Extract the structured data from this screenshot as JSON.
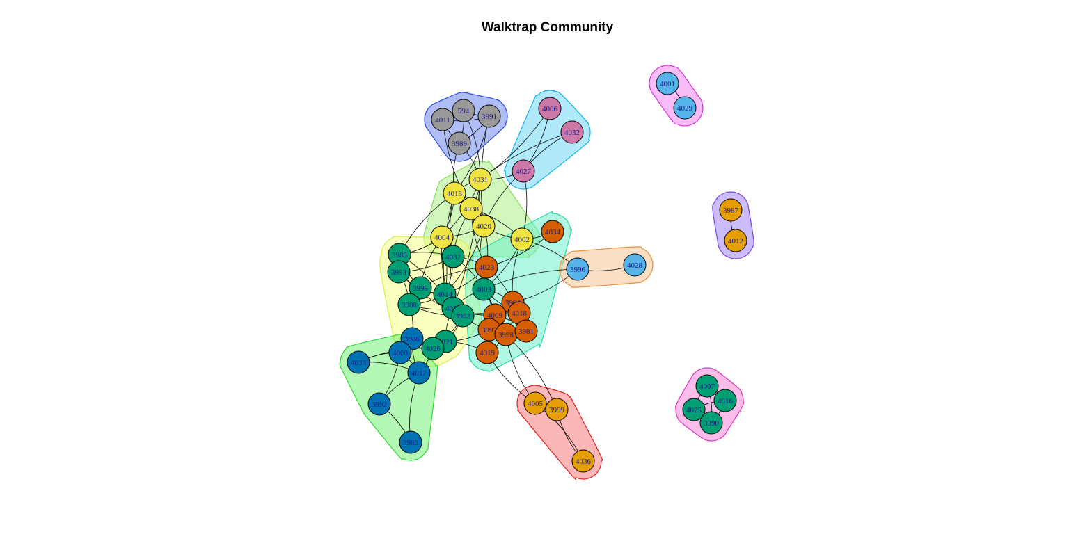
{
  "title": "Walktrap Community",
  "colors": {
    "node_teal": "#009E73",
    "node_blue": "#0072B2",
    "node_orange": "#D55E00",
    "node_yellow": "#F0E442",
    "node_gray": "#999999",
    "node_pink": "#CC79A7",
    "node_skyblue": "#56B4E9",
    "node_amber": "#E69F00",
    "label": "#1a1a8c"
  },
  "communities": [
    {
      "id": "c-gray",
      "fill": "#5f7df0",
      "stroke": "#2b49d6",
      "members": [
        "4011",
        "594",
        "3991",
        "3989"
      ]
    },
    {
      "id": "c-cyan",
      "fill": "#5fd3f5",
      "stroke": "#10b3e6",
      "members": [
        "4006",
        "4032",
        "4027"
      ]
    },
    {
      "id": "c-yellow",
      "fill": "#a6f07a",
      "stroke": "#8ad862",
      "members": [
        "4013",
        "4031",
        "4038",
        "4020",
        "4004",
        "4002"
      ]
    },
    {
      "id": "c-teal-main",
      "fill": "#f3ff7a",
      "stroke": "#d8ec4c",
      "members": [
        "3985",
        "3993",
        "3995",
        "3988",
        "4014",
        "4030",
        "3982",
        "4037",
        "4021",
        "4026",
        "3986"
      ]
    },
    {
      "id": "c-orange-core",
      "fill": "#5ff0c8",
      "stroke": "#25dca7",
      "members": [
        "4034",
        "4023",
        "4003",
        "3994",
        "4018",
        "4009",
        "3997",
        "3998",
        "3981",
        "4019"
      ]
    },
    {
      "id": "c-blue",
      "fill": "#68f26a",
      "stroke": "#2ed830",
      "members": [
        "4033",
        "4000",
        "4017",
        "3992",
        "3983"
      ]
    },
    {
      "id": "c-peach",
      "fill": "#f7c08a",
      "stroke": "#e88f3a",
      "members": [
        "3996",
        "4028"
      ]
    },
    {
      "id": "c-red",
      "fill": "#f77070",
      "stroke": "#e21b1b",
      "members": [
        "4005",
        "3999",
        "4036"
      ]
    },
    {
      "id": "c-magenta",
      "fill": "#f27cf0",
      "stroke": "#d92fd6",
      "members": [
        "4001",
        "4029"
      ]
    },
    {
      "id": "c-violet",
      "fill": "#9c7af5",
      "stroke": "#7544e2",
      "members": [
        "3987",
        "4012"
      ]
    },
    {
      "id": "c-pink",
      "fill": "#f57ad2",
      "stroke": "#e030b5",
      "members": [
        "4007",
        "4016",
        "4025",
        "3990"
      ]
    }
  ],
  "nodes": [
    {
      "id": "4011",
      "color": "node_gray"
    },
    {
      "id": "594",
      "color": "node_gray"
    },
    {
      "id": "3991",
      "color": "node_gray"
    },
    {
      "id": "3989",
      "color": "node_gray"
    },
    {
      "id": "4006",
      "color": "node_pink"
    },
    {
      "id": "4032",
      "color": "node_pink"
    },
    {
      "id": "4027",
      "color": "node_pink"
    },
    {
      "id": "4031",
      "color": "node_yellow"
    },
    {
      "id": "4013",
      "color": "node_yellow"
    },
    {
      "id": "4038",
      "color": "node_yellow"
    },
    {
      "id": "4020",
      "color": "node_yellow"
    },
    {
      "id": "4004",
      "color": "node_yellow"
    },
    {
      "id": "4002",
      "color": "node_yellow"
    },
    {
      "id": "4034",
      "color": "node_orange"
    },
    {
      "id": "3985",
      "color": "node_teal"
    },
    {
      "id": "4037",
      "color": "node_teal"
    },
    {
      "id": "4023",
      "color": "node_orange"
    },
    {
      "id": "3993",
      "color": "node_teal"
    },
    {
      "id": "3995",
      "color": "node_teal"
    },
    {
      "id": "4014",
      "color": "node_teal"
    },
    {
      "id": "4003",
      "color": "node_teal"
    },
    {
      "id": "3988",
      "color": "node_teal"
    },
    {
      "id": "4030",
      "color": "node_teal"
    },
    {
      "id": "3982",
      "color": "node_teal"
    },
    {
      "id": "3994",
      "color": "node_orange"
    },
    {
      "id": "4018",
      "color": "node_orange"
    },
    {
      "id": "4009",
      "color": "node_orange"
    },
    {
      "id": "3997",
      "color": "node_orange"
    },
    {
      "id": "3998",
      "color": "node_orange"
    },
    {
      "id": "3981",
      "color": "node_orange"
    },
    {
      "id": "4019",
      "color": "node_orange"
    },
    {
      "id": "3986",
      "color": "node_blue"
    },
    {
      "id": "4021",
      "color": "node_teal"
    },
    {
      "id": "4026",
      "color": "node_teal"
    },
    {
      "id": "4000",
      "color": "node_blue"
    },
    {
      "id": "4033",
      "color": "node_blue"
    },
    {
      "id": "4017",
      "color": "node_blue"
    },
    {
      "id": "3992",
      "color": "node_blue"
    },
    {
      "id": "3983",
      "color": "node_blue"
    },
    {
      "id": "3996",
      "color": "node_skyblue"
    },
    {
      "id": "4028",
      "color": "node_skyblue"
    },
    {
      "id": "4005",
      "color": "node_amber"
    },
    {
      "id": "3999",
      "color": "node_amber"
    },
    {
      "id": "4036",
      "color": "node_amber"
    },
    {
      "id": "4001",
      "color": "node_skyblue"
    },
    {
      "id": "4029",
      "color": "node_skyblue"
    },
    {
      "id": "3987",
      "color": "node_amber"
    },
    {
      "id": "4012",
      "color": "node_amber"
    },
    {
      "id": "4007",
      "color": "node_teal"
    },
    {
      "id": "4016",
      "color": "node_teal"
    },
    {
      "id": "4025",
      "color": "node_teal"
    },
    {
      "id": "3990",
      "color": "node_teal"
    }
  ],
  "edges": [
    [
      "4011",
      "594"
    ],
    [
      "4011",
      "3989"
    ],
    [
      "594",
      "3989"
    ],
    [
      "594",
      "3991"
    ],
    [
      "3991",
      "3989"
    ],
    [
      "4011",
      "3991"
    ],
    [
      "3989",
      "4031"
    ],
    [
      "3989",
      "4013"
    ],
    [
      "594",
      "4031"
    ],
    [
      "3991",
      "4020"
    ],
    [
      "3991",
      "4013"
    ],
    [
      "4011",
      "4038"
    ],
    [
      "4006",
      "4027"
    ],
    [
      "4032",
      "4027"
    ],
    [
      "4006",
      "4031"
    ],
    [
      "4032",
      "4031"
    ],
    [
      "4027",
      "4031"
    ],
    [
      "4027",
      "4020"
    ],
    [
      "4027",
      "4002"
    ],
    [
      "4031",
      "4013"
    ],
    [
      "4031",
      "4038"
    ],
    [
      "4031",
      "4020"
    ],
    [
      "4031",
      "4004"
    ],
    [
      "4013",
      "4038"
    ],
    [
      "4013",
      "4004"
    ],
    [
      "4038",
      "4020"
    ],
    [
      "4020",
      "4004"
    ],
    [
      "4020",
      "4002"
    ],
    [
      "4038",
      "4002"
    ],
    [
      "4013",
      "4037"
    ],
    [
      "4004",
      "4037"
    ],
    [
      "4038",
      "4023"
    ],
    [
      "4020",
      "4023"
    ],
    [
      "4020",
      "4003"
    ],
    [
      "4002",
      "4003"
    ],
    [
      "4002",
      "4034"
    ],
    [
      "4002",
      "3996"
    ],
    [
      "4002",
      "3994"
    ],
    [
      "4031",
      "4030"
    ],
    [
      "4013",
      "4014"
    ],
    [
      "4034",
      "4023"
    ],
    [
      "4023",
      "4003"
    ],
    [
      "4023",
      "3994"
    ],
    [
      "4023",
      "4009"
    ],
    [
      "4003",
      "3994"
    ],
    [
      "4003",
      "4018"
    ],
    [
      "4003",
      "4009"
    ],
    [
      "3994",
      "4018"
    ],
    [
      "3994",
      "3997"
    ],
    [
      "4018",
      "3981"
    ],
    [
      "4009",
      "3997"
    ],
    [
      "4009",
      "3998"
    ],
    [
      "3997",
      "3998"
    ],
    [
      "3998",
      "3981"
    ],
    [
      "4009",
      "4019"
    ],
    [
      "3997",
      "4019"
    ],
    [
      "3998",
      "4019"
    ],
    [
      "3981",
      "4009"
    ],
    [
      "3994",
      "3981"
    ],
    [
      "4018",
      "3998"
    ],
    [
      "3985",
      "3993"
    ],
    [
      "3985",
      "3995"
    ],
    [
      "3985",
      "4037"
    ],
    [
      "3993",
      "3995"
    ],
    [
      "3993",
      "3988"
    ],
    [
      "3995",
      "4014"
    ],
    [
      "3995",
      "3988"
    ],
    [
      "3988",
      "4014"
    ],
    [
      "4014",
      "4030"
    ],
    [
      "4030",
      "3982"
    ],
    [
      "4014",
      "3982"
    ],
    [
      "3988",
      "4030"
    ],
    [
      "4037",
      "4014"
    ],
    [
      "4037",
      "4030"
    ],
    [
      "4037",
      "4003"
    ],
    [
      "4030",
      "4009"
    ],
    [
      "3982",
      "4009"
    ],
    [
      "3982",
      "3997"
    ],
    [
      "4030",
      "4003"
    ],
    [
      "4014",
      "4023"
    ],
    [
      "3985",
      "4030"
    ],
    [
      "3993",
      "3982"
    ],
    [
      "3995",
      "4030"
    ],
    [
      "3988",
      "3982"
    ],
    [
      "3988",
      "3986"
    ],
    [
      "4021",
      "3982"
    ],
    [
      "4021",
      "4030"
    ],
    [
      "4021",
      "4026"
    ],
    [
      "4026",
      "3986"
    ],
    [
      "4021",
      "3997"
    ],
    [
      "4021",
      "4019"
    ],
    [
      "4026",
      "3982"
    ],
    [
      "3995",
      "4023"
    ],
    [
      "3993",
      "4037"
    ],
    [
      "4004",
      "3985"
    ],
    [
      "4004",
      "3995"
    ],
    [
      "4004",
      "4014"
    ],
    [
      "4004",
      "4030"
    ],
    [
      "4037",
      "4023"
    ],
    [
      "4038",
      "4037"
    ],
    [
      "4020",
      "4014"
    ],
    [
      "4013",
      "3985"
    ],
    [
      "3986",
      "4000"
    ],
    [
      "4000",
      "4033"
    ],
    [
      "4000",
      "4017"
    ],
    [
      "3986",
      "4017"
    ],
    [
      "4033",
      "4026"
    ],
    [
      "4017",
      "3992"
    ],
    [
      "4000",
      "3992"
    ],
    [
      "4017",
      "3983"
    ],
    [
      "3992",
      "3983"
    ],
    [
      "3986",
      "4026"
    ],
    [
      "4000",
      "4026"
    ],
    [
      "4017",
      "4026"
    ],
    [
      "4033",
      "4017"
    ],
    [
      "3996",
      "4028"
    ],
    [
      "3996",
      "3994"
    ],
    [
      "3996",
      "4003"
    ],
    [
      "4005",
      "3999"
    ],
    [
      "3999",
      "4036"
    ],
    [
      "4005",
      "4036"
    ],
    [
      "3998",
      "4005"
    ],
    [
      "3998",
      "3999"
    ],
    [
      "4019",
      "4005"
    ],
    [
      "4001",
      "4029"
    ],
    [
      "3987",
      "4012"
    ],
    [
      "4007",
      "4016"
    ],
    [
      "4007",
      "4025"
    ],
    [
      "4007",
      "3990"
    ],
    [
      "4016",
      "4025"
    ],
    [
      "4016",
      "3990"
    ],
    [
      "4025",
      "3990"
    ]
  ]
}
